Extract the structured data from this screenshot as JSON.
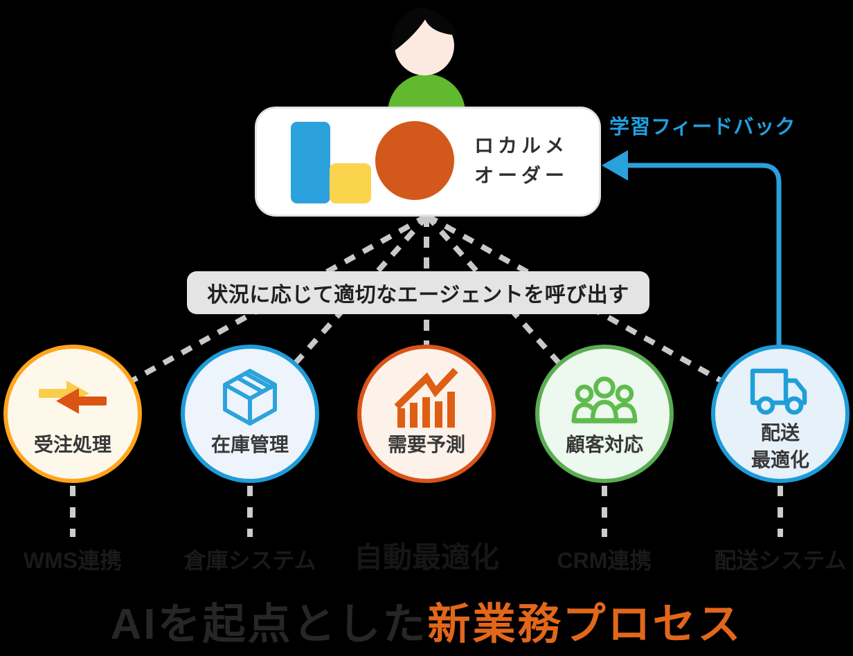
{
  "page": {
    "background": "#000000"
  },
  "avatar": {
    "icon": "person-avatar-icon",
    "skin": "#fce9e0",
    "hair": "#070707",
    "body": "#60b92e"
  },
  "logo_card": {
    "brand_line1": "ロカルメ",
    "brand_line2": "オーダー",
    "colors": {
      "bar_blue": "#2ba2db",
      "bar_yellow": "#fbd44e",
      "dot_orange": "#d2591b"
    }
  },
  "feedback": {
    "label": "学習フィードバック",
    "color": "#21a1df",
    "arrow_from": "配送最適化",
    "arrow_to": "ロカルメオーダー"
  },
  "banner": {
    "text": "状況に応じて適切なエージェントを呼び出す",
    "bg": "#e4e4e4",
    "text_color": "#202020"
  },
  "agents": [
    {
      "label": "受注処理",
      "icon": "arrows-merge-icon",
      "border_color": "#ffa41c",
      "fill_color": "#fef8eb",
      "sub_label": "WMS連携"
    },
    {
      "label": "在庫管理",
      "icon": "package-box-icon",
      "border_color": "#1f9cd8",
      "fill_color": "#eef4fb",
      "sub_label": "倉庫システム"
    },
    {
      "label": "需要予測",
      "icon": "bar-chart-trend-icon",
      "border_color": "#d9541a",
      "fill_color": "#fcf2e9",
      "sub_label": "自動最適化"
    },
    {
      "label": "顧客対応",
      "icon": "people-group-icon",
      "border_color": "#5bad53",
      "fill_color": "#edf8ee",
      "sub_label": "CRM連携"
    },
    {
      "label": "配送最適化",
      "label_line1": "配送",
      "label_line2": "最適化",
      "icon": "delivery-truck-icon",
      "border_color": "#1f9cd8",
      "fill_color": "#e6f1fa",
      "sub_label": "配送システム"
    }
  ],
  "connector_colors": {
    "dashed_gray": "#c9c9c9",
    "feedback_blue": "#2aa0dc"
  },
  "title": {
    "prefix": "AIを起点とした",
    "highlight": "新業務プロセス",
    "prefix_color": "#262626",
    "highlight_color": "#e2671b"
  }
}
